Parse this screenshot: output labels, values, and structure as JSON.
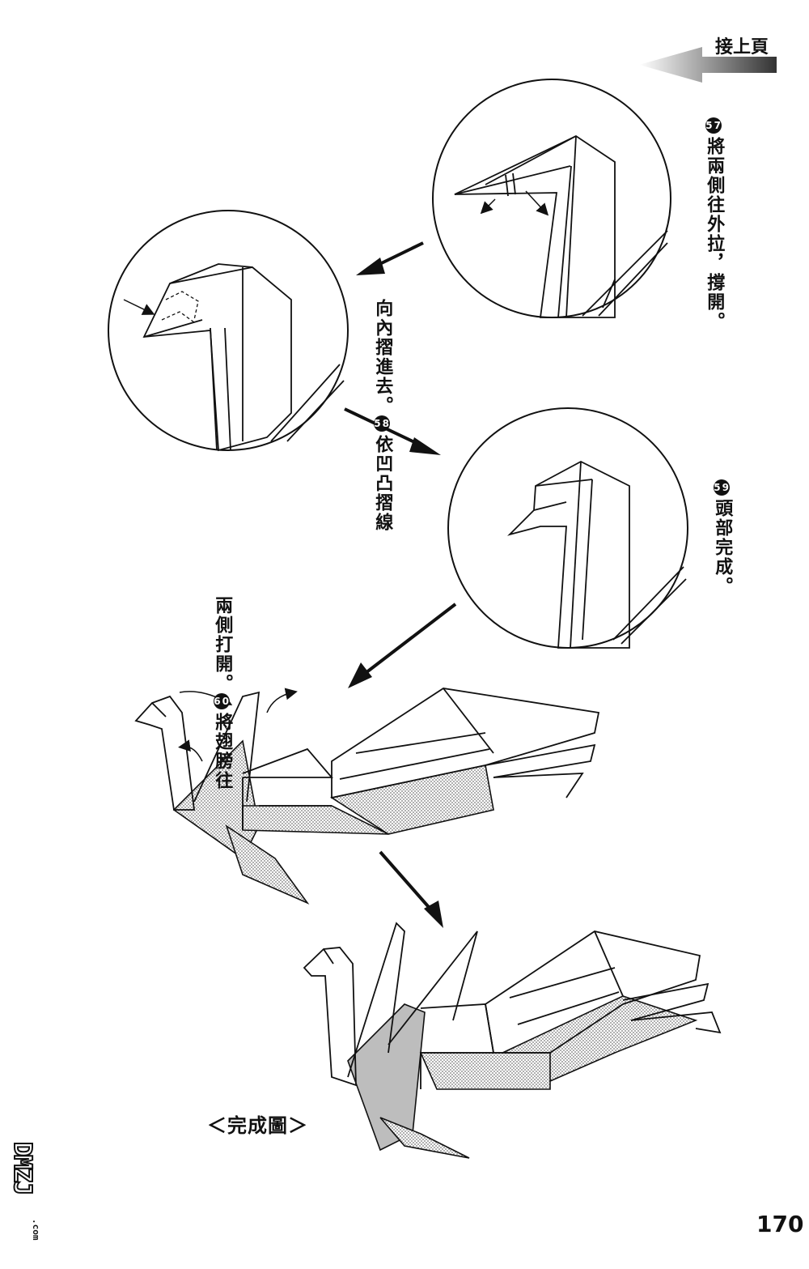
{
  "header": {
    "continued_label": "接上頁"
  },
  "steps": [
    {
      "number": "57",
      "text": "將兩側往外拉，撐開。"
    },
    {
      "number": "58",
      "text_line1": "依凹凸摺線",
      "text_line2": "向內摺進去。"
    },
    {
      "number": "59",
      "text": "頭部完成。"
    },
    {
      "number": "60",
      "text_line1": "將翅膀往",
      "text_line2": "兩側打開。"
    }
  ],
  "final_label": "＜完成圖＞",
  "page_number": "170",
  "watermark": {
    "text": "DMZJ",
    "sub": ".com"
  },
  "colors": {
    "ink": "#111111",
    "shade": "#bdbdbd",
    "paper": "#ffffff"
  },
  "icons": [
    "arrow-left-icon",
    "arrow-down-left-icon",
    "arrow-down-right-icon",
    "curved-arrow-icon"
  ]
}
